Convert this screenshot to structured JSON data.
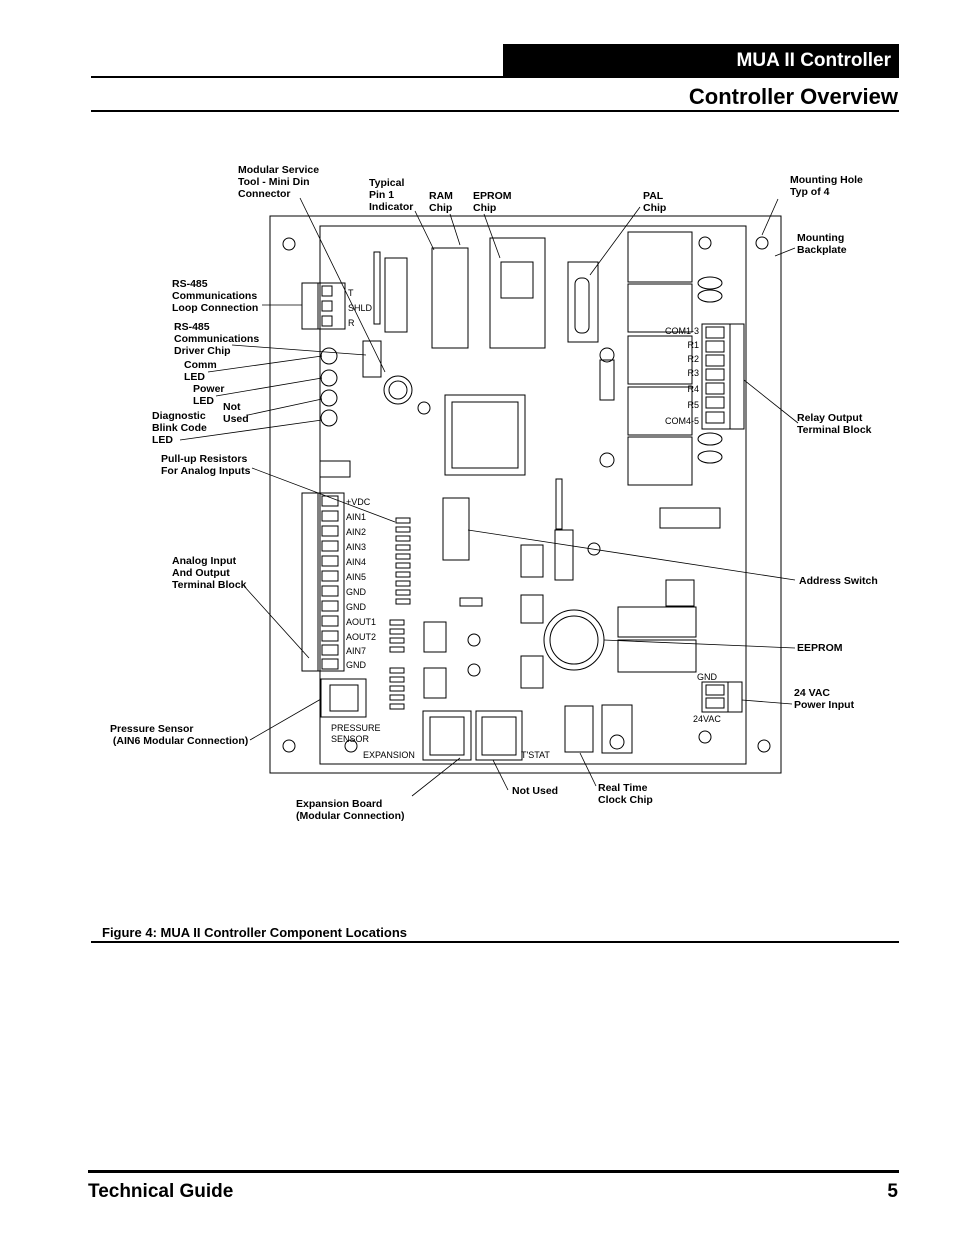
{
  "header": {
    "section": "MUA II Controller",
    "title": "Controller Overview"
  },
  "figure": {
    "caption": "Figure 4:  MUA II Controller Component Locations",
    "callouts": {
      "modular_service": "Modular Service\nTool - Mini Din\nConnector",
      "typical_pin1": "Typical\nPin 1\nIndicator",
      "ram_chip": "RAM\nChip",
      "eprom_chip": "EPROM\nChip",
      "pal_chip": "PAL\nChip",
      "mounting_hole": "Mounting Hole\nTyp of 4",
      "mounting_backplate": "Mounting\nBackplate",
      "rs485_loop": "RS-485\nCommunications\nLoop Connection",
      "rs485_driver": "RS-485\nCommunications\nDriver Chip",
      "comm_led": "Comm\nLED",
      "power_led": "Power\nLED",
      "not_used_led": "Not\nUsed",
      "diag_led": "Diagnostic\nBlink Code\nLED",
      "pullup": "Pull-up Resistors\nFor Analog Inputs",
      "analog_block": "Analog Input\nAnd Output\nTerminal Block",
      "relay_block": "Relay Output\nTerminal Block",
      "address_switch": "Address Switch",
      "eeprom": "EEPROM",
      "power_input": "24 VAC\nPower Input",
      "pressure_sensor": "Pressure Sensor\n (AIN6 Modular Connection)",
      "expansion_board": "Expansion Board\n(Modular Connection)",
      "not_used_tstat": "Not Used",
      "rtc_chip": "Real Time\nClock Chip"
    },
    "board_labels": {
      "rs485_terms": [
        "T",
        "SHLD",
        "R"
      ],
      "analog_terms": [
        "+VDC",
        "AIN1",
        "AIN2",
        "AIN3",
        "AIN4",
        "AIN5",
        "GND",
        "GND",
        "AOUT1",
        "AOUT2",
        "AIN7",
        "GND"
      ],
      "relay_terms": [
        "COM1-3",
        "R1",
        "R2",
        "R3",
        "R4",
        "R5",
        "COM4-5"
      ],
      "power_terms": [
        "GND",
        "24VAC"
      ],
      "pressure_sensor": [
        "PRESSURE",
        "SENSOR"
      ],
      "expansion": "EXPANSION",
      "tstat": "T'STAT"
    }
  },
  "footer": {
    "left": "Technical Guide",
    "page": "5"
  }
}
